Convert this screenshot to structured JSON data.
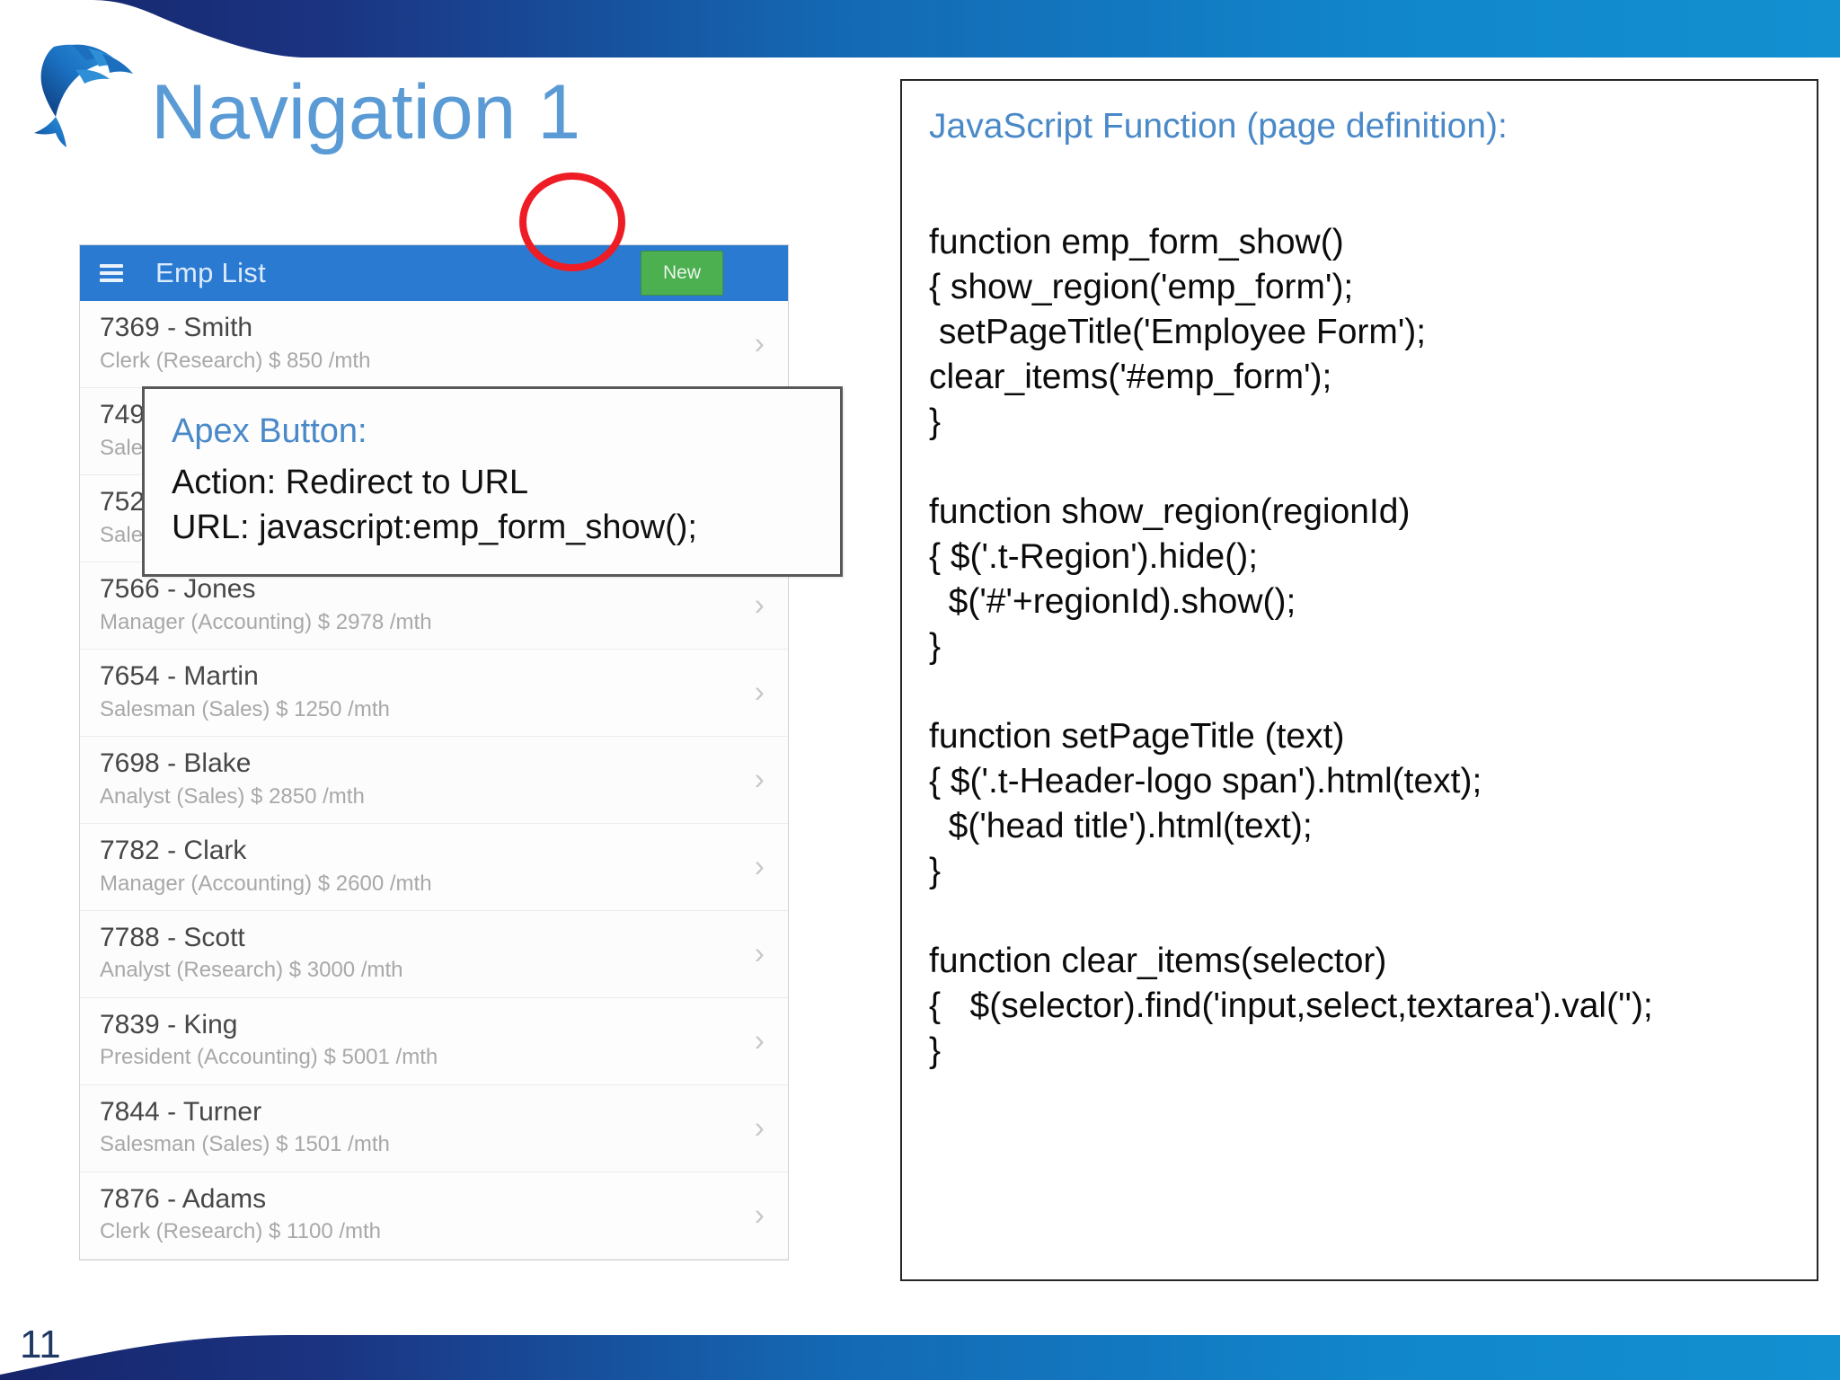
{
  "slide": {
    "title": "Navigation 1",
    "page_number": "11",
    "logo_name": "dolphin-logo",
    "accent_blue": "#5B9BD5",
    "header_gradient_from": "#1F2E6E",
    "header_gradient_to": "#1290D0",
    "footer_gradient_from": "#1F2E6E",
    "footer_gradient_to": "#1290D0"
  },
  "phone": {
    "menu_icon": "hamburger-icon",
    "title": "Emp List",
    "new_button": "New",
    "chevron": "›",
    "rows": [
      {
        "name": "7369 - Smith",
        "detail": "Clerk (Research) $ 850 /mth"
      },
      {
        "name": "749",
        "detail": "Sale"
      },
      {
        "name": "752",
        "detail": "Sale"
      },
      {
        "name": "7566 - Jones",
        "detail": "Manager (Accounting) $ 2978 /mth"
      },
      {
        "name": "7654 - Martin",
        "detail": "Salesman (Sales) $ 1250 /mth"
      },
      {
        "name": "7698 - Blake",
        "detail": "Analyst (Sales) $ 2850 /mth"
      },
      {
        "name": "7782 - Clark",
        "detail": "Manager (Accounting) $ 2600 /mth"
      },
      {
        "name": "7788 - Scott",
        "detail": "Analyst (Research) $ 3000 /mth"
      },
      {
        "name": "7839 - King",
        "detail": "President (Accounting) $ 5001 /mth"
      },
      {
        "name": "7844 - Turner",
        "detail": "Salesman (Sales) $ 1501 /mth"
      },
      {
        "name": "7876 - Adams",
        "detail": "Clerk (Research) $ 1100 /mth"
      }
    ]
  },
  "callout": {
    "title": "Apex Button:",
    "line1": "Action: Redirect to URL",
    "line2": "URL: javascript:emp_form_show();"
  },
  "code_panel": {
    "heading": "JavaScript Function (page definition):",
    "lines": [
      "",
      "function emp_form_show()",
      "{ show_region('emp_form');",
      " setPageTitle('Employee Form');",
      "clear_items('#emp_form');",
      "}",
      "",
      "function show_region(regionId)",
      "{ $('.t-Region').hide();",
      "  $('#'+regionId).show();",
      "}",
      "",
      "function setPageTitle (text)",
      "{ $('.t-Header-logo span').html(text);",
      "  $('head title').html(text);",
      "}",
      "",
      "function clear_items(selector)",
      "{   $(selector).find('input,select,textarea').val('');",
      "}"
    ]
  },
  "annotations": {
    "red_circle_name": "new-button-highlight"
  }
}
